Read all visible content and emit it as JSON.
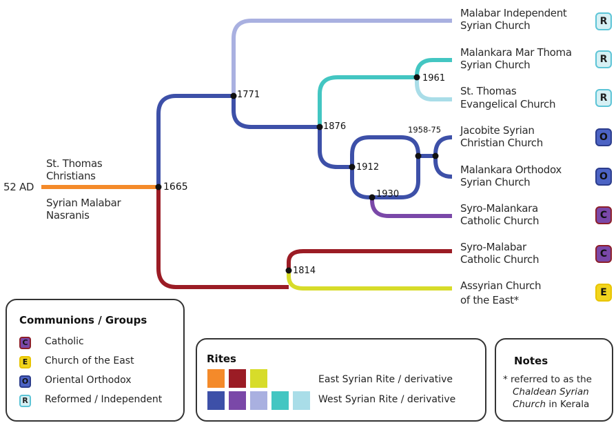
{
  "colors": {
    "east_orange": "#f48a2a",
    "east_red": "#9b1c25",
    "east_yellow": "#d7dc2a",
    "west_blue": "#3d50a8",
    "west_purple": "#7a48a8",
    "west_lavender": "#a9b0e0",
    "west_teal": "#43c6c2",
    "west_lightblue": "#a9dde8"
  },
  "root": {
    "year": "52 AD",
    "name_top": [
      "St. Thomas",
      "Christians"
    ],
    "name_bottom": [
      "Syrian Malabar",
      "Nasranis"
    ]
  },
  "years": {
    "y1665": "1665",
    "y1771": "1771",
    "y1876": "1876",
    "y1961": "1961",
    "y1958": "1958-75",
    "y1912": "1912",
    "y1930": "1930",
    "y1814": "1814"
  },
  "churches": [
    {
      "line1": "Malabar Independent",
      "line2": "Syrian Church",
      "badge": "R"
    },
    {
      "line1": "Malankara Mar Thoma",
      "line2": "Syrian Church",
      "badge": "R"
    },
    {
      "line1": "St. Thomas",
      "line2": "Evangelical Church",
      "badge": "R"
    },
    {
      "line1": "Jacobite Syrian",
      "line2": "Christian Church",
      "badge": "O"
    },
    {
      "line1": "Malankara Orthodox",
      "line2": "Syrian Church",
      "badge": "O"
    },
    {
      "line1": "Syro-Malankara",
      "line2": "Catholic Church",
      "badge": "C"
    },
    {
      "line1": "Syro-Malabar",
      "line2": "Catholic Church",
      "badge": "C"
    },
    {
      "line1": "Assyrian Church",
      "line2": "of the East*",
      "badge": "E"
    }
  ],
  "legend": {
    "title": "Communions / Groups",
    "items": [
      {
        "badge": "C",
        "label": "Catholic"
      },
      {
        "badge": "E",
        "label": "Church of the East"
      },
      {
        "badge": "O",
        "label": "Oriental Orthodox"
      },
      {
        "badge": "R",
        "label": "Reformed / Independent"
      }
    ]
  },
  "rites": {
    "title": "Rites",
    "east_label": "East Syrian Rite / derivative",
    "west_label": "West Syrian Rite / derivative"
  },
  "notes": {
    "title": "Notes",
    "line1": "* referred to as the",
    "line2": "Chaldean Syrian",
    "line3_italic": "Church",
    "line3_rest": " in Kerala"
  }
}
